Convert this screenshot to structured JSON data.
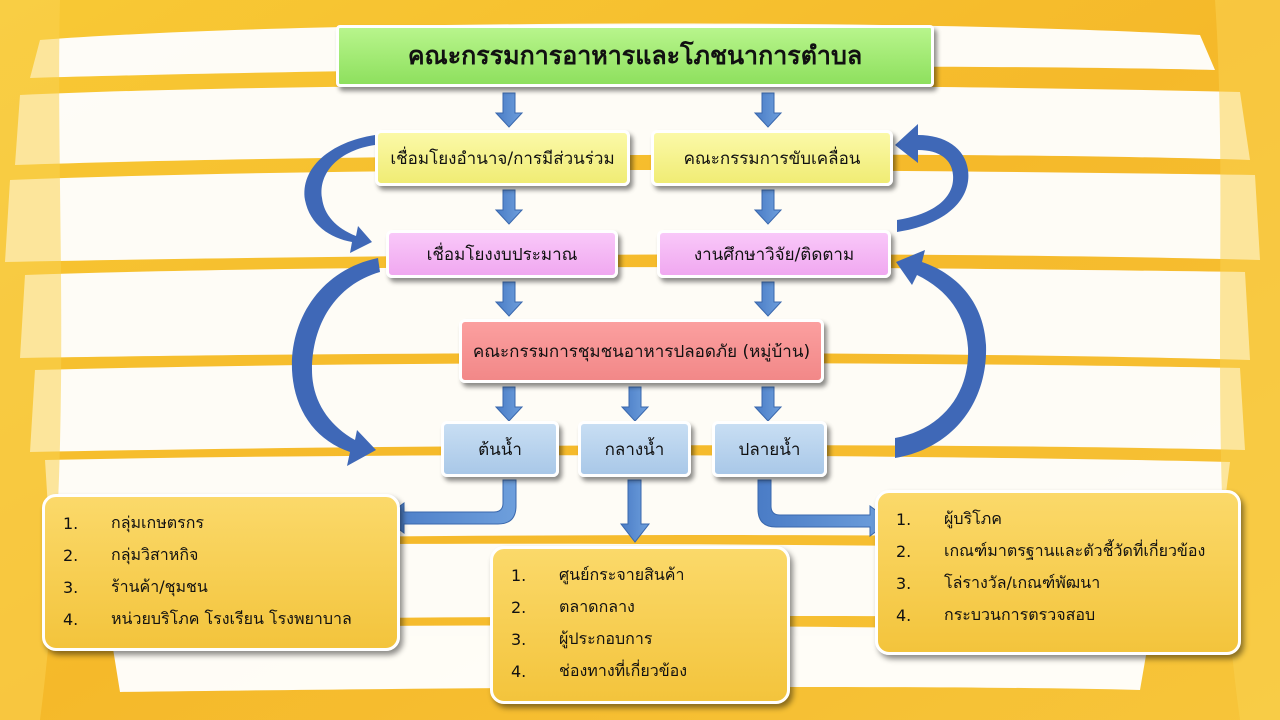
{
  "title": "คณะกรรมการอาหารและโภชนาการตำบล",
  "nodes": {
    "link_power": "เชื่อมโยงอำนาจ/การมีส่วนร่วม",
    "steering": "คณะกรรมการขับเคลื่อน",
    "link_budget": "เชื่อมโยงงบประมาณ",
    "research": "งานศึกษาวิจัย/ติดตาม",
    "village": "คณะกรรมการชุมชนอาหารปลอดภัย (หมู่บ้าน)",
    "upstream": "ต้นน้ำ",
    "midstream": "กลางน้ำ",
    "downstream": "ปลายน้ำ"
  },
  "upstream_list": [
    {
      "num": "1.",
      "text": "กลุ่มเกษตรกร"
    },
    {
      "num": "2.",
      "text": "กลุ่มวิสาหกิจ"
    },
    {
      "num": "3.",
      "text": "ร้านค้า/ชุมชน"
    },
    {
      "num": "4.",
      "text": "หน่วยบริโภค โรงเรียน โรงพยาบาล"
    }
  ],
  "midstream_list": [
    {
      "num": "1.",
      "text": "ศูนย์กระจายสินค้า"
    },
    {
      "num": "2.",
      "text": "ตลาดกลาง"
    },
    {
      "num": "3.",
      "text": "ผู้ประกอบการ"
    },
    {
      "num": "4.",
      "text": "ช่องทางที่เกี่ยวข้อง"
    }
  ],
  "downstream_list": [
    {
      "num": "1.",
      "text": "ผู้บริโภค"
    },
    {
      "num": "2.",
      "text": "เกณฑ์มาตรฐานและตัวชี้วัดที่เกี่ยวข้อง"
    },
    {
      "num": "3.",
      "text": "โล่รางวัล/เกณฑ์พัฒนา"
    },
    {
      "num": "4.",
      "text": "กระบวนการตรวจสอบ"
    }
  ],
  "colors": {
    "background": "#f6c232",
    "arrow": "#5b8fd0",
    "curved_arrow": "#3c64b4",
    "title_box": "#8ee05e",
    "yellow_box": "#f0ec74",
    "pink_box": "#f0a8f0",
    "red_box": "#f28888",
    "blue_box": "#a9c8e8",
    "list_box": "#f3c43c"
  }
}
